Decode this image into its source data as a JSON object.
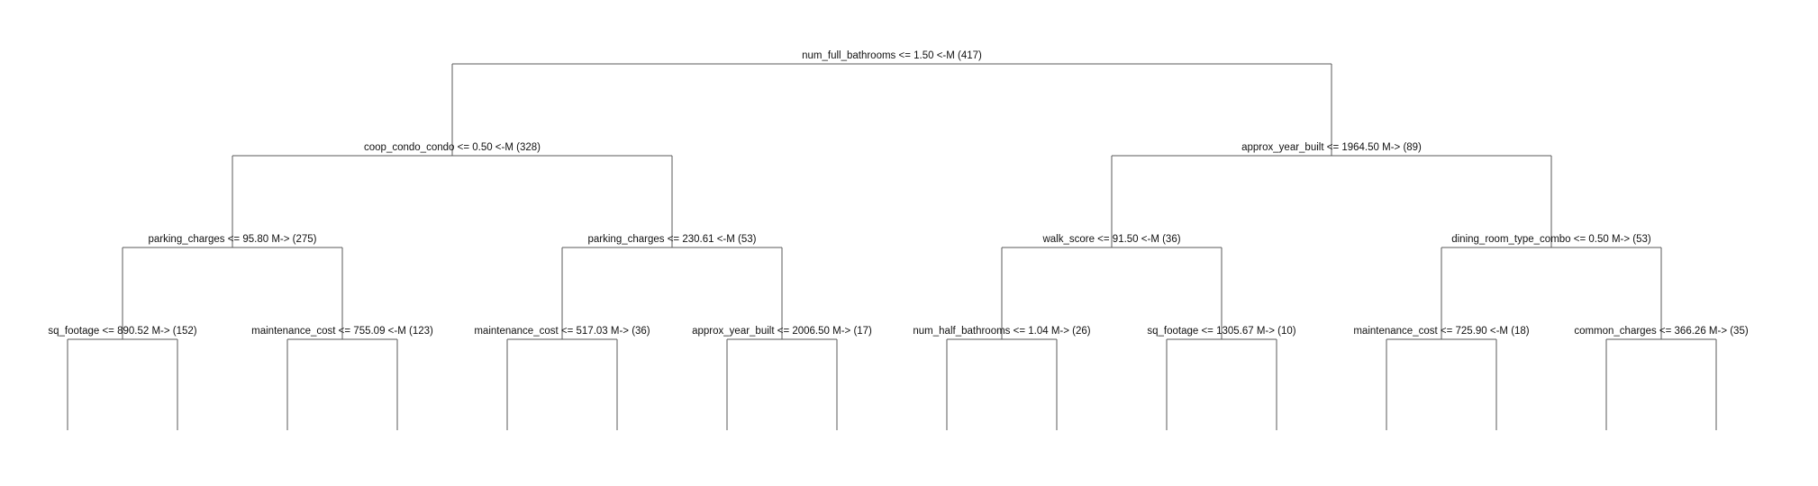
{
  "tree": {
    "root": {
      "label": "num_full_bathrooms <= 1.50 <-M (417)",
      "left": {
        "label": "coop_condo_condo <= 0.50 <-M (328)",
        "left": {
          "label": "parking_charges <= 95.80 M-> (275)",
          "left": {
            "label": "sq_footage <= 890.52 M-> (152)"
          },
          "right": {
            "label": "maintenance_cost <= 755.09 <-M (123)"
          }
        },
        "right": {
          "label": "parking_charges <= 230.61 <-M (53)",
          "left": {
            "label": "maintenance_cost <= 517.03 M-> (36)"
          },
          "right": {
            "label": "approx_year_built <= 2006.50 M-> (17)"
          }
        }
      },
      "right": {
        "label": "approx_year_built <= 1964.50 M-> (89)",
        "left": {
          "label": "walk_score <= 91.50 <-M (36)",
          "left": {
            "label": "num_half_bathrooms <= 1.04 M-> (26)"
          },
          "right": {
            "label": "sq_footage <= 1305.67 M-> (10)"
          }
        },
        "right": {
          "label": "dining_room_type_combo <= 0.50 M-> (53)",
          "left": {
            "label": "maintenance_cost <= 725.90 <-M (18)"
          },
          "right": {
            "label": "common_charges <= 366.26 M-> (35)"
          }
        }
      }
    }
  }
}
